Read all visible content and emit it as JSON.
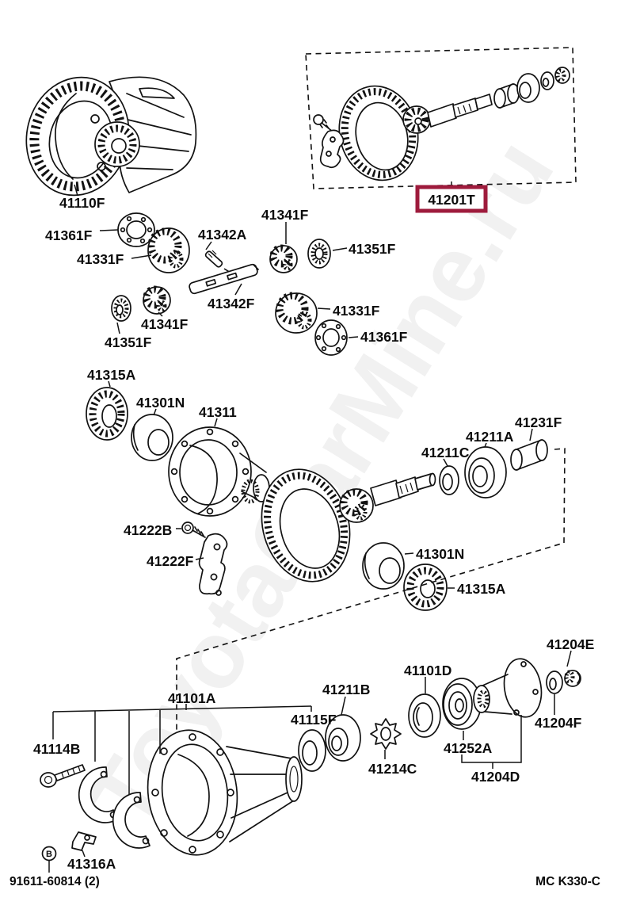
{
  "watermark": "ToyotaCarMine.ru",
  "highlight": {
    "part_number": "41201T",
    "box_color": "#9e1b3c"
  },
  "footer": {
    "fastener_marker": "B",
    "fastener_code": "91611-60814 (2)",
    "drawing_code": "MC K330-C"
  },
  "part_labels": [
    "41110F",
    "41361F",
    "41331F",
    "41342A",
    "41341F",
    "41351F",
    "41342F",
    "41331F",
    "41341F",
    "41361F",
    "41351F",
    "41315A",
    "41301N",
    "41311",
    "41211C",
    "41211A",
    "41231F",
    "41222B",
    "41222F",
    "41301N",
    "41315A",
    "41201T",
    "41204E",
    "41101D",
    "41101A",
    "41211B",
    "41115F",
    "41204F",
    "41114B",
    "41252A",
    "41214C",
    "41204D",
    "41316A"
  ]
}
